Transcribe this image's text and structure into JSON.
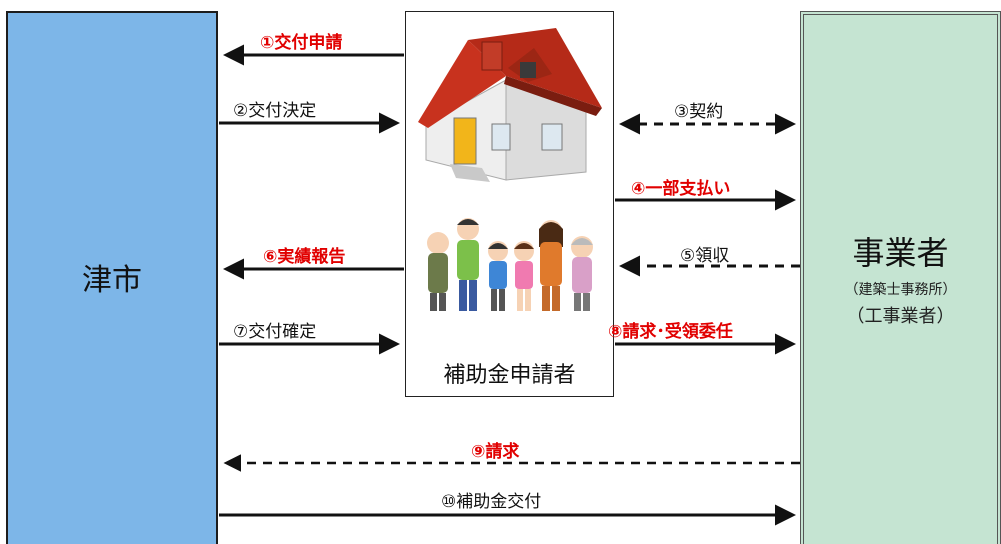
{
  "nodes": {
    "city": "津市",
    "applicant": "補助金申請者",
    "contractor": "事業者",
    "contractor_sub1": "（建築士事務所）",
    "contractor_sub2": "（工事業者）"
  },
  "steps": [
    {
      "label": "①交付申請",
      "color": "#e10000"
    },
    {
      "label": "②交付決定",
      "color": "#111111"
    },
    {
      "label": "③契約",
      "color": "#111111"
    },
    {
      "label": "④一部支払い",
      "color": "#e10000"
    },
    {
      "label": "⑤領収",
      "color": "#111111"
    },
    {
      "label": "⑥実績報告",
      "color": "#e10000"
    },
    {
      "label": "⑦交付確定",
      "color": "#111111"
    },
    {
      "label": "⑧請求･受領委任",
      "color": "#e10000"
    },
    {
      "label": "⑨請求",
      "color": "#e10000"
    },
    {
      "label": "⑩補助金交付",
      "color": "#111111"
    }
  ]
}
